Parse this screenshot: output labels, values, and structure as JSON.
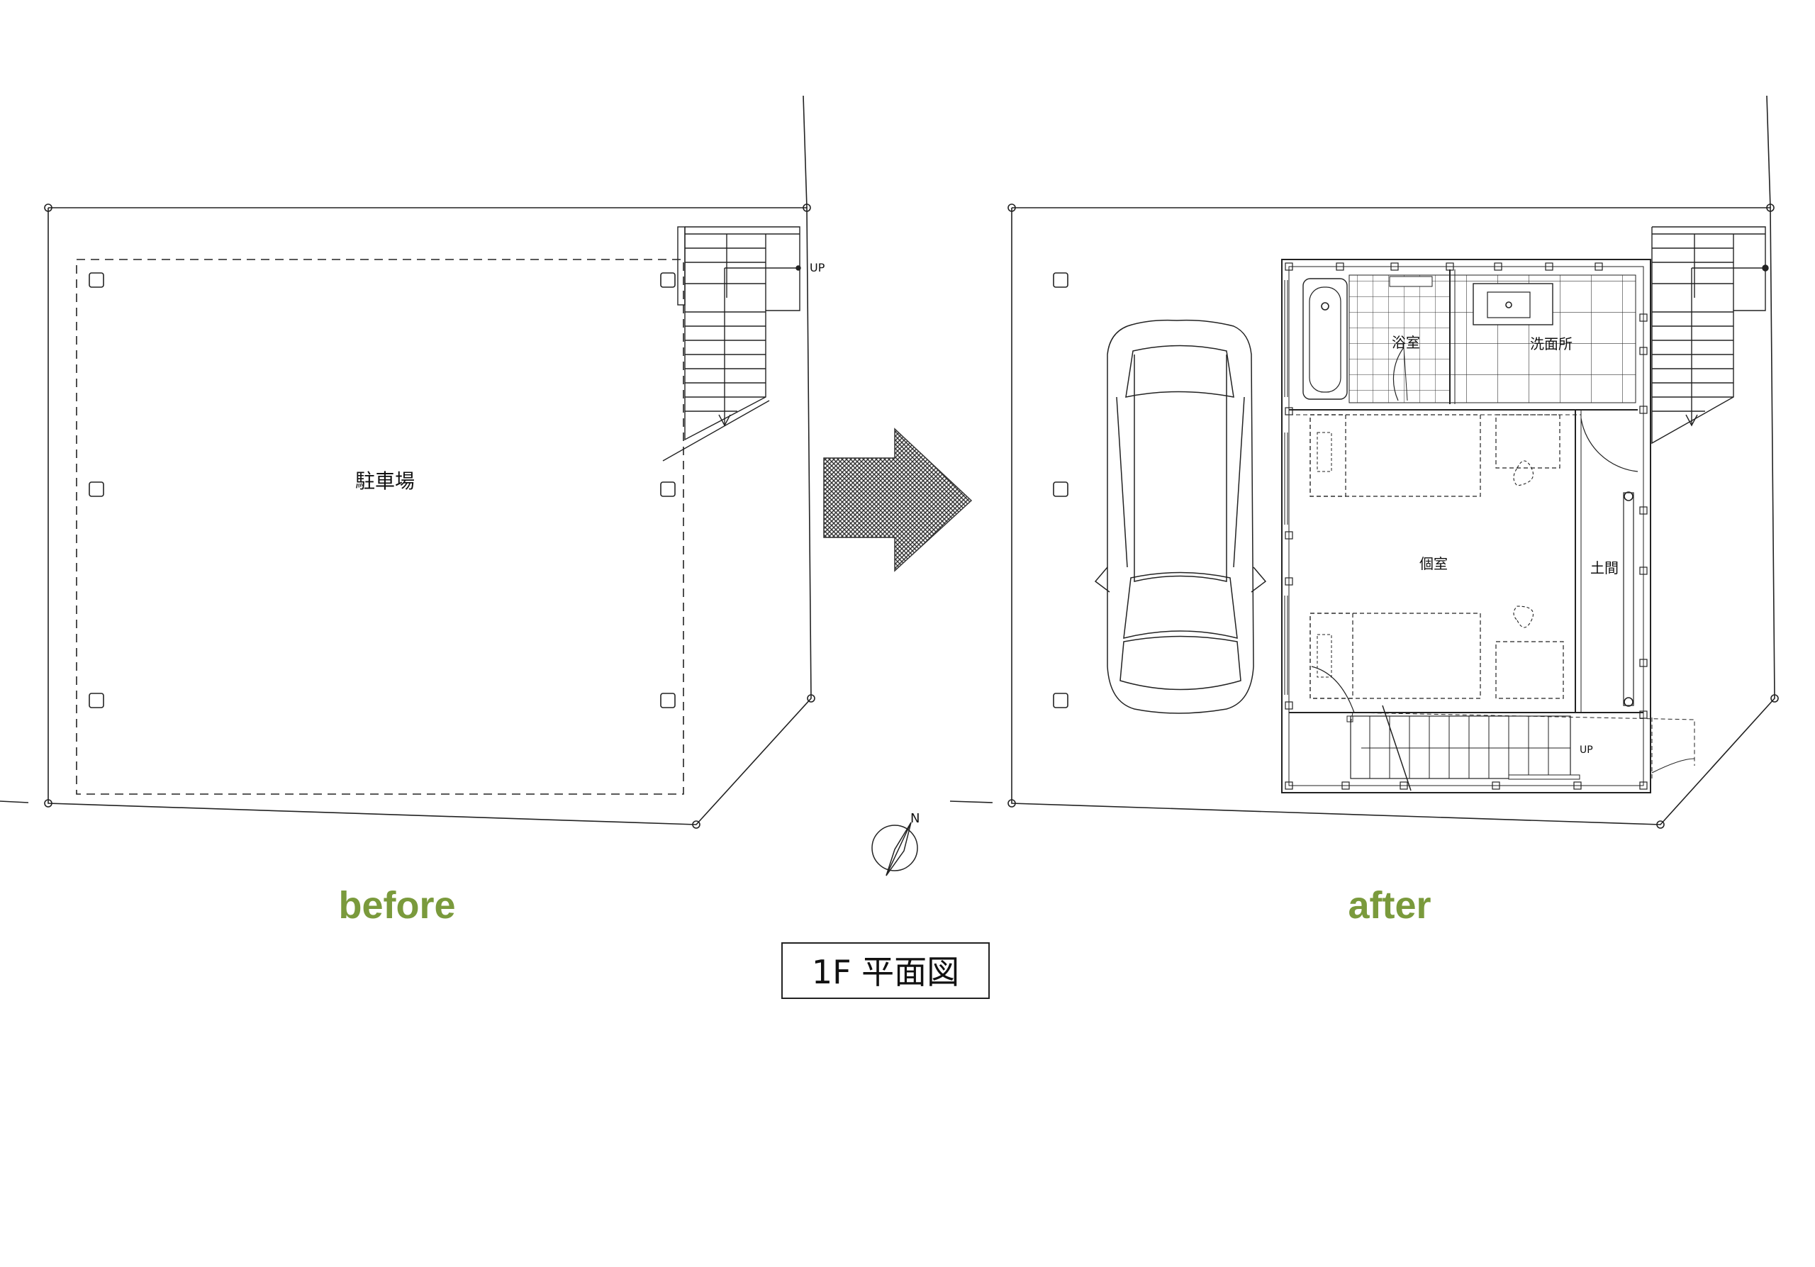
{
  "before_plan": {
    "caption": "before",
    "room_parking": "駐車場",
    "stair_label": "UP"
  },
  "after_plan": {
    "caption": "after",
    "room_bath": "浴室",
    "room_washroom": "洗面所",
    "room_private": "個室",
    "room_doma": "土間",
    "stair_label_top": "",
    "stair_label_bottom": "UP"
  },
  "north_label": "N",
  "title_box": {
    "title": "1F 平面図"
  },
  "colors": {
    "caption": "#7a9a3c",
    "line": "#222222",
    "arrow": "#444444"
  },
  "icons": {
    "arrow": "right-arrow-icon",
    "north": "north-arrow-icon",
    "car": "car-icon"
  }
}
